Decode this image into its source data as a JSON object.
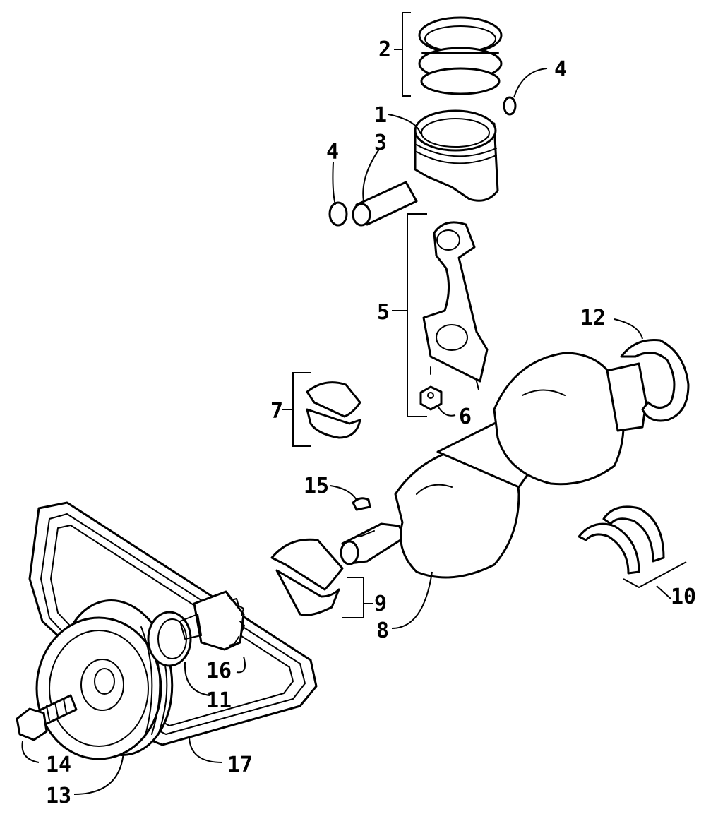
{
  "callouts": [
    {
      "id": "c2",
      "label": "2"
    },
    {
      "id": "c4a",
      "label": "4"
    },
    {
      "id": "c1",
      "label": "1"
    },
    {
      "id": "c4b",
      "label": "4"
    },
    {
      "id": "c3",
      "label": "3"
    },
    {
      "id": "c5",
      "label": "5"
    },
    {
      "id": "c12",
      "label": "12"
    },
    {
      "id": "c7",
      "label": "7"
    },
    {
      "id": "c6",
      "label": "6"
    },
    {
      "id": "c15",
      "label": "15"
    },
    {
      "id": "c9",
      "label": "9"
    },
    {
      "id": "c10",
      "label": "10"
    },
    {
      "id": "c8",
      "label": "8"
    },
    {
      "id": "c16",
      "label": "16"
    },
    {
      "id": "c11",
      "label": "11"
    },
    {
      "id": "c14",
      "label": "14"
    },
    {
      "id": "c17",
      "label": "17"
    },
    {
      "id": "c13",
      "label": "13"
    }
  ],
  "parts": [
    {
      "id": "piston-rings",
      "callout": "2"
    },
    {
      "id": "piston",
      "callout": "1"
    },
    {
      "id": "piston-pin",
      "callout": "3"
    },
    {
      "id": "snap-ring",
      "callout": "4"
    },
    {
      "id": "connecting-rod",
      "callout": "5"
    },
    {
      "id": "nut",
      "callout": "6"
    },
    {
      "id": "rod-bearing",
      "callout": "7"
    },
    {
      "id": "crankshaft",
      "callout": "8"
    },
    {
      "id": "main-bearing",
      "callout": "9"
    },
    {
      "id": "thrust-washer",
      "callout": "10"
    },
    {
      "id": "oil-seal-front",
      "callout": "11"
    },
    {
      "id": "oil-seal-rear",
      "callout": "12"
    },
    {
      "id": "pulley",
      "callout": "13"
    },
    {
      "id": "bolt",
      "callout": "14"
    },
    {
      "id": "woodruff-key",
      "callout": "15"
    },
    {
      "id": "timing-gear",
      "callout": "16"
    },
    {
      "id": "drive-belt",
      "callout": "17"
    }
  ]
}
